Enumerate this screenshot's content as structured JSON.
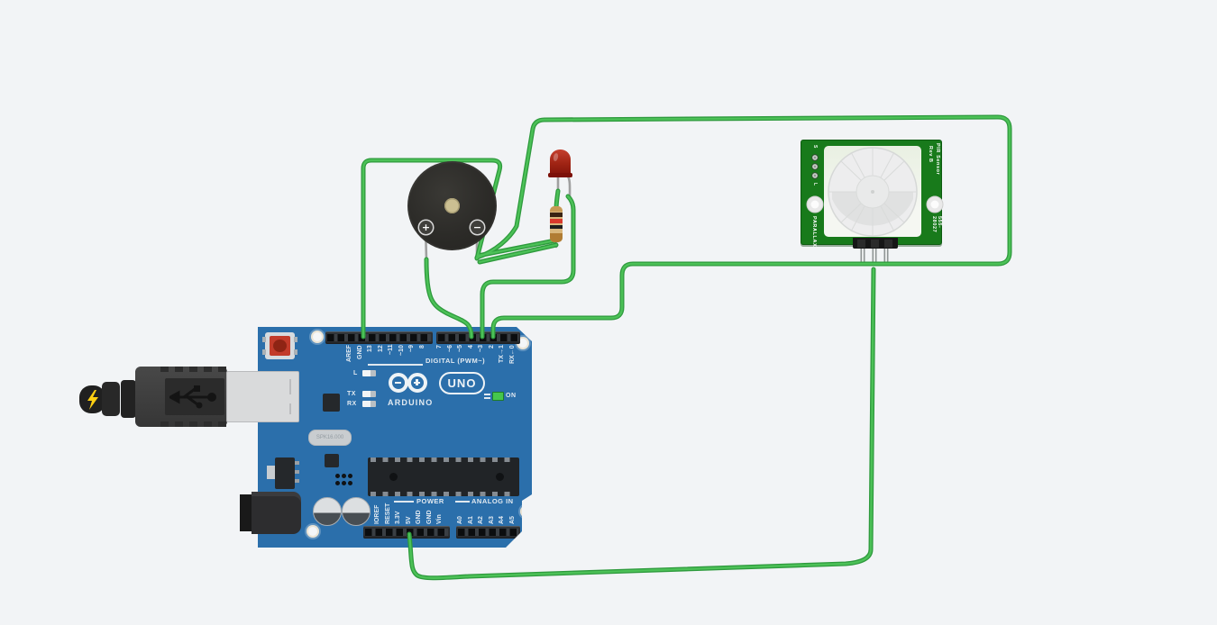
{
  "canvas": {
    "background": "#f2f4f6"
  },
  "arduino": {
    "board_color": "#2b6fab",
    "digital_label": "DIGITAL (PWM~)",
    "digital_pins_left": [
      "AREF",
      "GND",
      "13",
      "12",
      "~11",
      "~10",
      "~9",
      "8"
    ],
    "digital_pins_right": [
      "7",
      "~6",
      "~5",
      "4",
      "~3",
      "2",
      "TX→1",
      "RX←0"
    ],
    "indicator_labels": [
      "L",
      "TX",
      "RX"
    ],
    "brand": "ARDUINO",
    "model": "UNO",
    "on_label": "ON",
    "crystal_label": "SPK16.000",
    "power_label": "POWER",
    "analog_label": "ANALOG IN",
    "power_pins": [
      "IOREF",
      "RESET",
      "3.3V",
      "5V",
      "GND",
      "GND",
      "Vin"
    ],
    "analog_pins": [
      "A0",
      "A1",
      "A2",
      "A3",
      "A4",
      "A5"
    ]
  },
  "buzzer": {
    "positive_label": "+",
    "negative_label": "−"
  },
  "led": {
    "color": "#a02414"
  },
  "resistor": {
    "band_colors": [
      "#3a2312",
      "#d8392c",
      "#1e1e1e",
      "#b07c33"
    ]
  },
  "pir": {
    "board_color": "#187a1b",
    "jumper_top_label": "S",
    "jumper_bottom_label": "L",
    "brand": "PARALLAX",
    "title": "PIR Sensor",
    "revision": "Rev B",
    "part_number": "555-28027"
  },
  "wires": {
    "color": "#3cb44d"
  }
}
